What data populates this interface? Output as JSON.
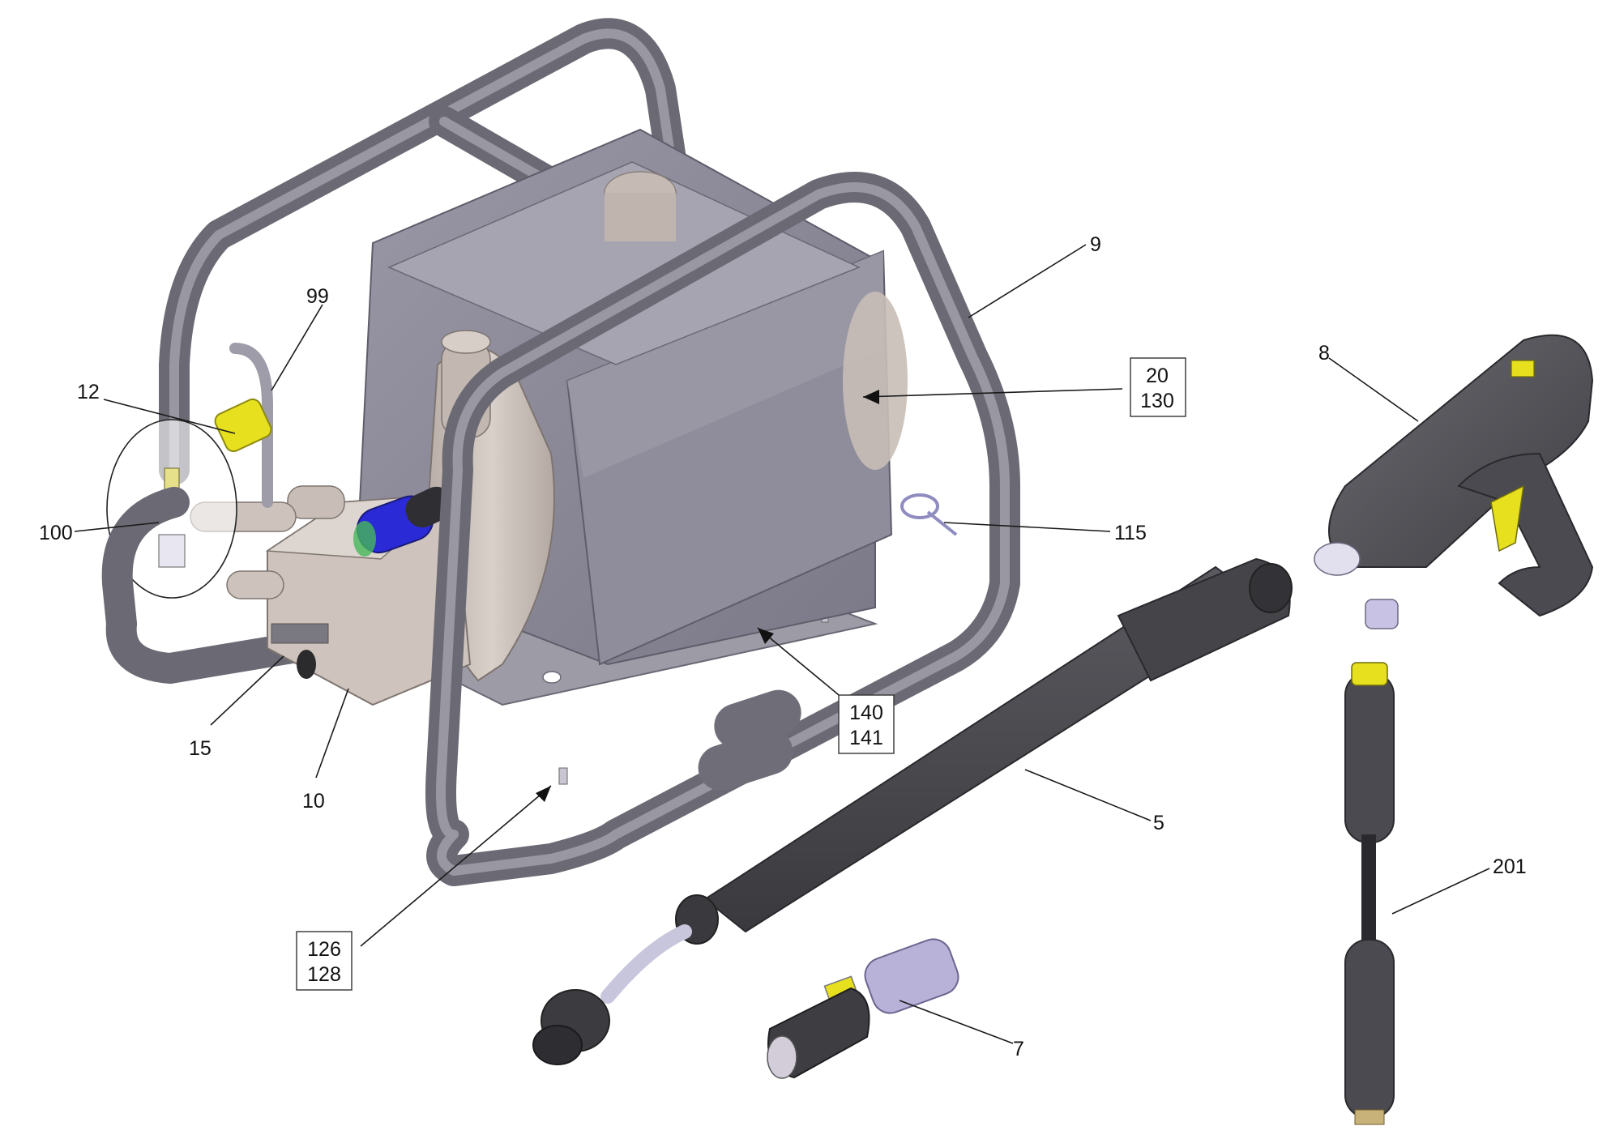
{
  "callouts": {
    "c9": "9",
    "c99": "99",
    "c12": "12",
    "c100": "100",
    "c20": "20",
    "c130": "130",
    "c8": "8",
    "c115": "115",
    "c15": "15",
    "c10": "10",
    "c140": "140",
    "c141": "141",
    "c5": "5",
    "c201": "201",
    "c126": "126",
    "c128": "128",
    "c7": "7"
  },
  "colors": {
    "frame": "#6b6a74",
    "housing": "#8e8c99",
    "pump": "#c9bfb8",
    "accent_yellow": "#e6e01e",
    "accent_blue": "#2a2ad6",
    "lance": "#4a4a4e",
    "nozzle_lilac": "#b8b2d8"
  },
  "icons": [
    "pressure-washer-frame-icon",
    "motor-housing-icon",
    "pump-head-icon",
    "spray-gun-icon",
    "spray-lance-icon",
    "nozzle-icon",
    "extension-lance-icon"
  ]
}
